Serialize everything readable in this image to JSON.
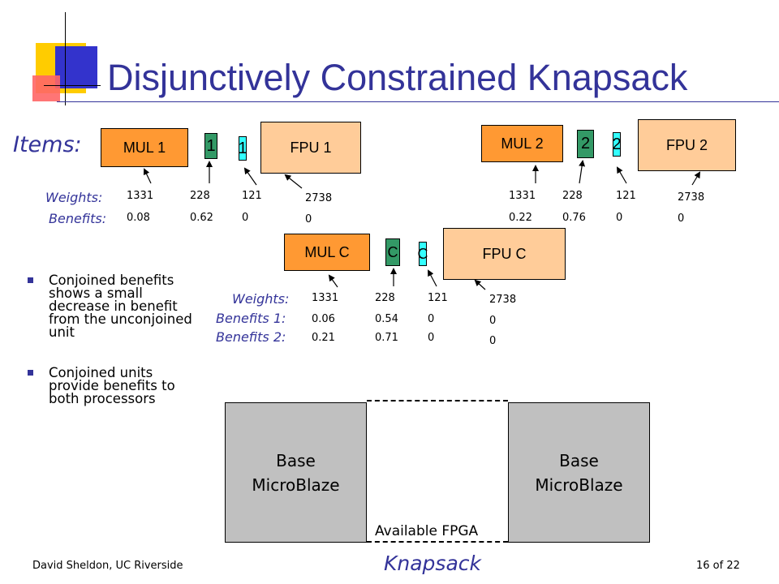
{
  "title": "Disjunctively Constrained Knapsack",
  "items_label": "Items:",
  "group1": {
    "mul": "MUL 1",
    "g1": "1",
    "g2": "1",
    "fpu": "FPU 1",
    "weights_label": "Weights:",
    "benefits_label": "Benefits:",
    "weights": [
      "1331",
      "228",
      "121",
      "2738"
    ],
    "benefits": [
      "0.08",
      "0.62",
      "0",
      "0"
    ]
  },
  "group2": {
    "mul": "MUL 2",
    "g1": "2",
    "g2": "2",
    "fpu": "FPU 2",
    "weights": [
      "1331",
      "228",
      "121",
      "2738"
    ],
    "benefits": [
      "0.22",
      "0.76",
      "0",
      "0"
    ]
  },
  "groupC": {
    "mul": "MUL C",
    "g1": "C",
    "g2": "C",
    "fpu": "FPU C",
    "weights_label": "Weights:",
    "benefits1_label": "Benefits 1:",
    "benefits2_label": "Benefits 2:",
    "weights": [
      "1331",
      "228",
      "121",
      "2738"
    ],
    "benefits1": [
      "0.06",
      "0.54",
      "0",
      "0"
    ],
    "benefits2": [
      "0.21",
      "0.71",
      "0",
      "0"
    ]
  },
  "bullets": [
    "Conjoined benefits shows a small decrease in benefit from the unconjoined unit",
    "Conjoined units provide benefits to both processors"
  ],
  "diagram": {
    "left_block": "Base MicroBlaze",
    "right_block": "Base MicroBlaze",
    "middle_label": "Available FPGA"
  },
  "footer": {
    "author": "David Sheldon, UC Riverside",
    "subtitle": "Knapsack",
    "page": "16 of 22"
  },
  "colors": {
    "mul": "#ff9933",
    "fpu": "#ffcc99",
    "dark_green": "#339966",
    "cyan": "#33ffff",
    "title": "#333399",
    "block_gray": "#c0c0c0"
  }
}
